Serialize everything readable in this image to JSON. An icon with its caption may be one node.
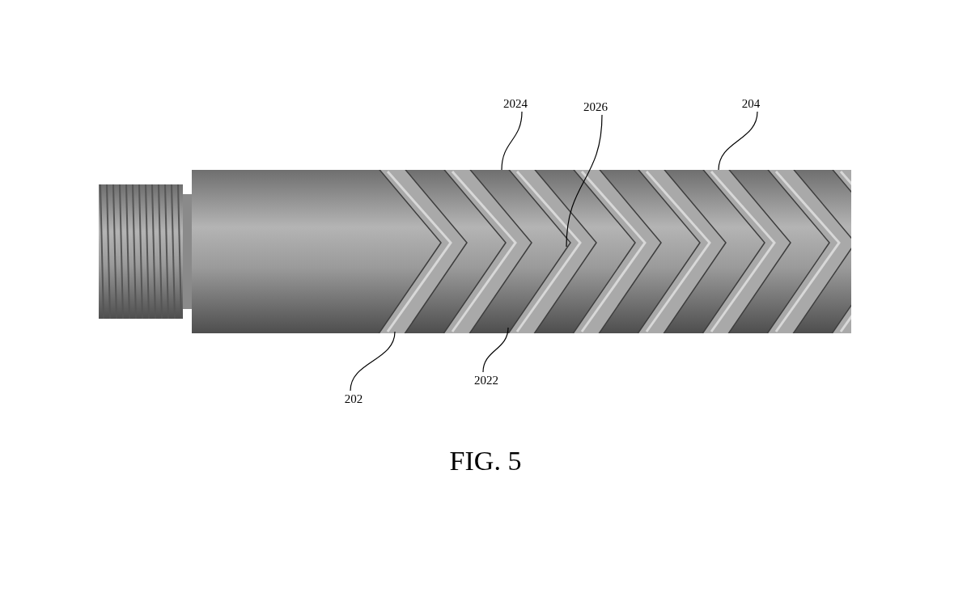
{
  "diagram": {
    "caption": "FIG. 5",
    "nodes": [
      {
        "text": [
          "2024"
        ]
      },
      {
        "text": [
          "2026"
        ]
      },
      {
        "text": [
          "204"
        ]
      },
      {
        "text": [
          "2022"
        ]
      },
      {
        "text": [
          "202"
        ]
      }
    ],
    "edges": [
      {
        "from": 0,
        "to": null,
        "arrow": "none"
      },
      {
        "from": 1,
        "to": null,
        "arrow": "none"
      },
      {
        "from": 2,
        "to": null,
        "arrow": "none"
      },
      {
        "from": 3,
        "to": null,
        "arrow": "none"
      },
      {
        "from": 4,
        "to": null,
        "arrow": "none"
      }
    ]
  }
}
